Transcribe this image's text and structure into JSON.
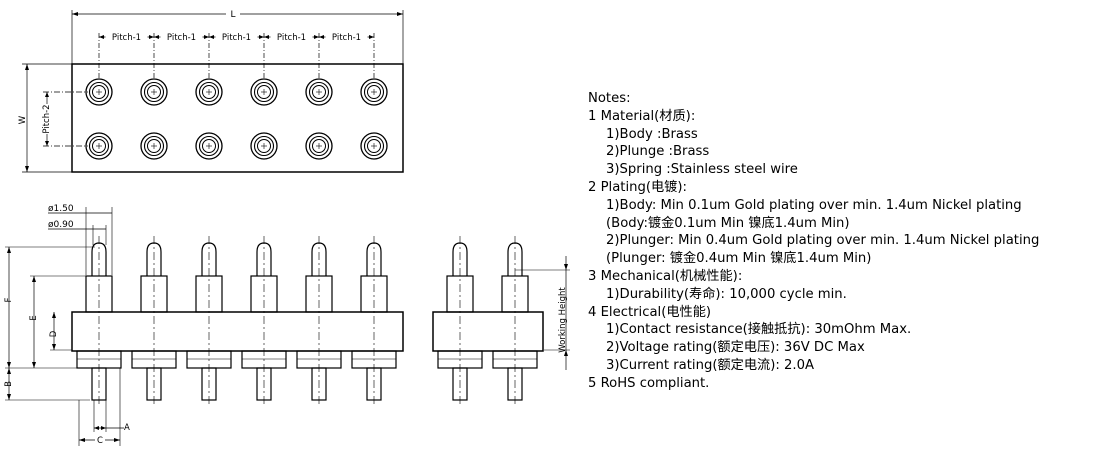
{
  "colors": {
    "line": "#000000",
    "background": "#ffffff"
  },
  "drawing": {
    "top_view": {
      "length_label": "L",
      "width_label": "W",
      "pitch_label": "Pitch-1",
      "pitch2_label": "Pitch-2"
    },
    "front_view": {
      "dim_dia_outer": "ø1.50",
      "dim_dia_inner": "ø0.90",
      "label_F": "F",
      "label_E": "E",
      "label_D": "D",
      "label_B": "B",
      "label_A": "A",
      "label_C": "C"
    },
    "side_view": {
      "working_height_label": "Working Height"
    }
  },
  "notes": {
    "heading": "Notes:",
    "lines": [
      {
        "text": "1  Material(材质):",
        "indent": false
      },
      {
        "text": "1)Body :Brass",
        "indent": true
      },
      {
        "text": "2)Plunge :Brass",
        "indent": true
      },
      {
        "text": "3)Spring :Stainless steel wire",
        "indent": true
      },
      {
        "text": "2  Plating(电镀):",
        "indent": false
      },
      {
        "text": "1)Body:  Min 0.1um Gold plating over min. 1.4um Nickel plating",
        "indent": true
      },
      {
        "text": "(Body:镀金0.1um Min 镍底1.4um Min)",
        "indent": true
      },
      {
        "text": "2)Plunger: Min 0.4um Gold plating over min. 1.4um Nickel plating",
        "indent": true
      },
      {
        "text": "(Plunger: 镀金0.4um Min 镍底1.4um Min)",
        "indent": true
      },
      {
        "text": "3  Mechanical(机械性能):",
        "indent": false
      },
      {
        "text": "1)Durability(寿命): 10,000 cycle min.",
        "indent": true
      },
      {
        "text": "4  Electrical(电性能)",
        "indent": false
      },
      {
        "text": "1)Contact resistance(接触抵抗): 30mOhm Max.",
        "indent": true
      },
      {
        "text": "2)Voltage rating(额定电压): 36V DC Max",
        "indent": true
      },
      {
        "text": "3)Current rating(额定电流): 2.0A",
        "indent": true
      },
      {
        "text": "5  RoHS compliant.",
        "indent": false
      }
    ]
  }
}
